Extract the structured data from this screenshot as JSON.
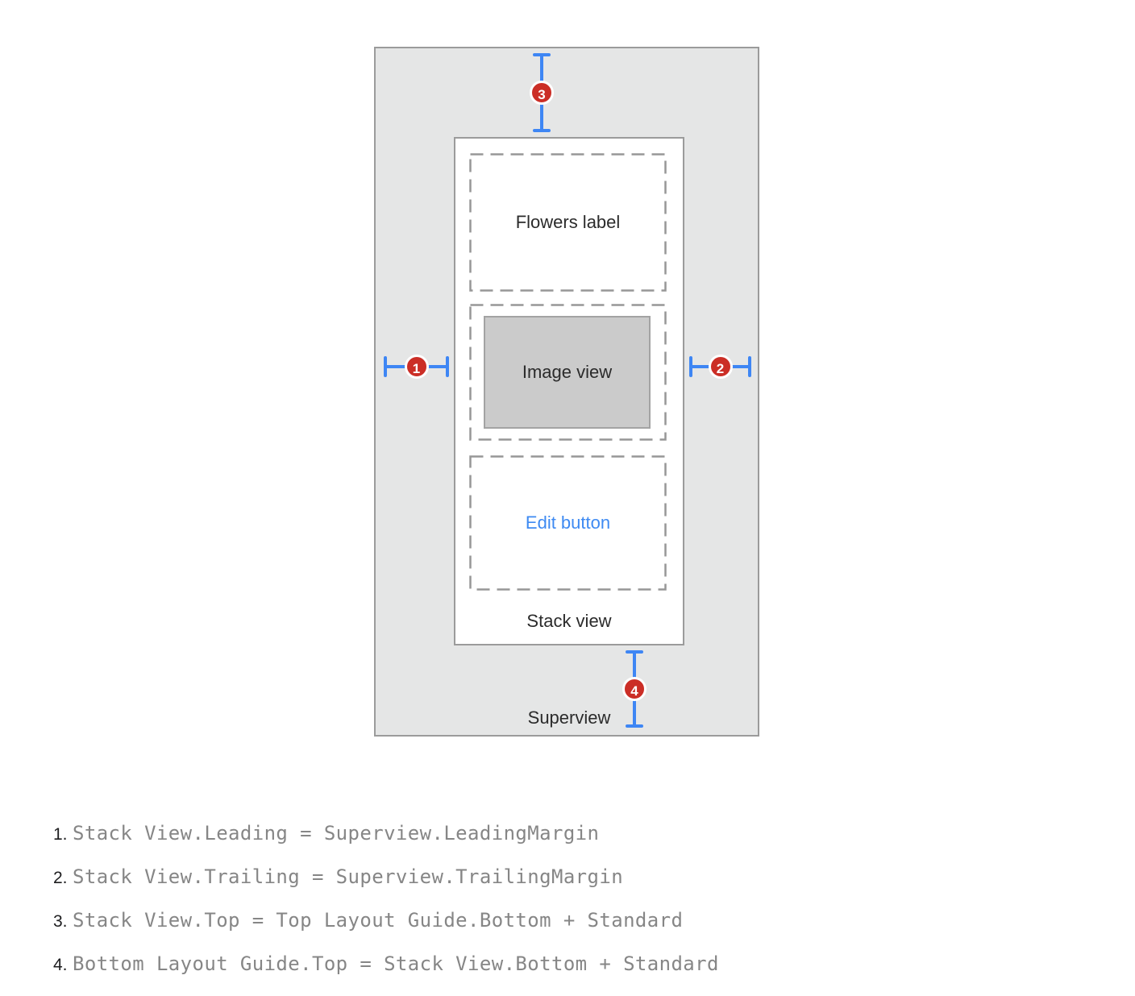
{
  "diagram": {
    "superview_label": "Superview",
    "stack_view_label": "Stack view",
    "flowers_label": "Flowers label",
    "image_view_label": "Image view",
    "edit_button_label": "Edit button",
    "badges": [
      "1",
      "2",
      "3",
      "4"
    ],
    "colors": {
      "superview_bg": "#e5e6e6",
      "border_gray": "#9b9b9b",
      "dash_gray": "#979797",
      "image_fill": "#cbcbcb",
      "blue": "#3e86f4",
      "red": "#cb2e26",
      "edit_blue": "#3e8af2",
      "mono_gray": "#868686"
    }
  },
  "constraints": [
    {
      "number": "1.",
      "text": "Stack View.Leading = Superview.LeadingMargin"
    },
    {
      "number": "2.",
      "text": "Stack View.Trailing = Superview.TrailingMargin"
    },
    {
      "number": "3.",
      "text": "Stack View.Top = Top Layout Guide.Bottom + Standard"
    },
    {
      "number": "4.",
      "text": "Bottom Layout Guide.Top = Stack View.Bottom + Standard"
    }
  ]
}
